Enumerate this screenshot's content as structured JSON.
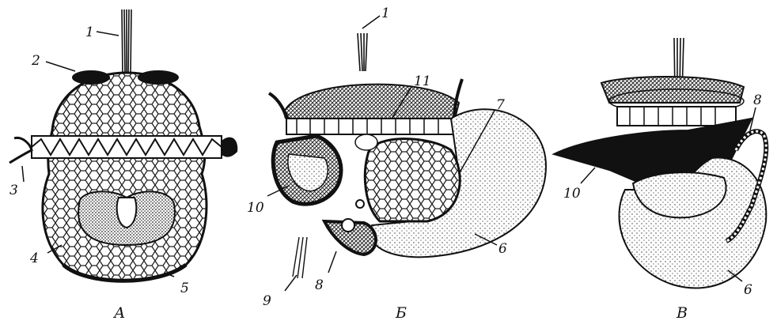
{
  "panels": [
    {
      "id": "A",
      "caption": "А"
    },
    {
      "id": "B",
      "caption": "Б"
    },
    {
      "id": "V",
      "caption": "В"
    }
  ],
  "labels": {
    "A": [
      "1",
      "2",
      "3",
      "4",
      "5"
    ],
    "B": [
      "1",
      "11",
      "7",
      "10",
      "6",
      "9",
      "8"
    ],
    "V": [
      "8",
      "10",
      "6"
    ]
  },
  "colors": {
    "ink": "#111111",
    "paper": "#ffffff",
    "stipple": "#2a2a2a"
  }
}
